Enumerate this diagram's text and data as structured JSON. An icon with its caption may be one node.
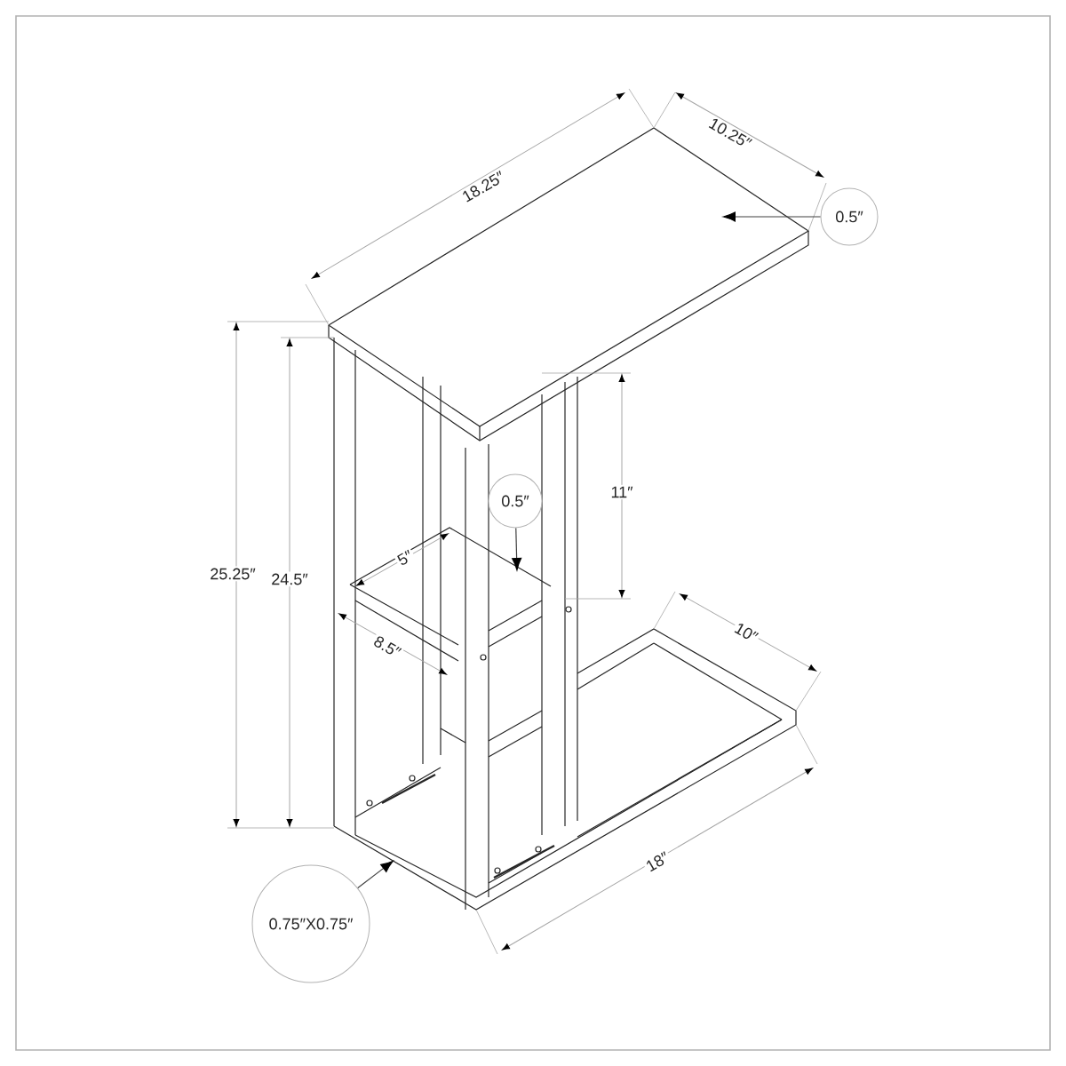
{
  "diagram": {
    "nodes": [
      {
        "text": [
          "0.5″"
        ]
      },
      {
        "text": [
          "0.5″"
        ]
      },
      {
        "text": [
          "0.75″X0.75″"
        ]
      }
    ],
    "edges": [
      {
        "from": 0,
        "to": null,
        "arrow": "to"
      },
      {
        "from": 1,
        "to": null,
        "arrow": "to"
      },
      {
        "from": 2,
        "to": null,
        "arrow": "to"
      }
    ],
    "labels": [
      "18.25″",
      "10.25″",
      "25.25″",
      "24.5″",
      "11″",
      "5″",
      "8.5″",
      "10″",
      "18″"
    ]
  }
}
